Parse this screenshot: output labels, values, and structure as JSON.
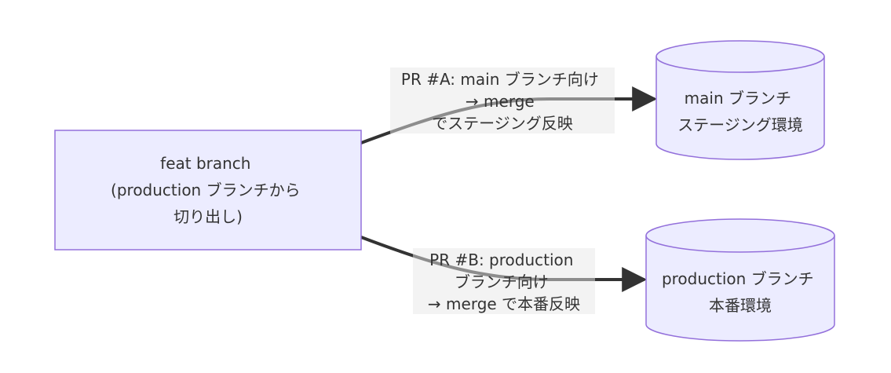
{
  "colors": {
    "node_fill": "#ECECFF",
    "node_stroke": "#9370DB",
    "edge_stroke": "#333333",
    "label_bg": "#E8E8E8",
    "text": "#333333"
  },
  "nodes": {
    "feat": {
      "shape": "rectangle",
      "lines": [
        "feat branch",
        "(production ブランチから",
        "切り出し)"
      ]
    },
    "main": {
      "shape": "cylinder",
      "lines": [
        "main ブランチ",
        "ステージング環境"
      ]
    },
    "production": {
      "shape": "cylinder",
      "lines": [
        "production ブランチ",
        "本番環境"
      ]
    }
  },
  "edges": {
    "pr_a": {
      "from": "feat",
      "to": "main",
      "label_lines": [
        "PR #A: main ブランチ向け",
        "→ merge",
        "でステージング反映"
      ]
    },
    "pr_b": {
      "from": "feat",
      "to": "production",
      "label_lines": [
        "PR #B: production",
        "ブランチ向け",
        "→ merge で本番反映"
      ]
    }
  }
}
